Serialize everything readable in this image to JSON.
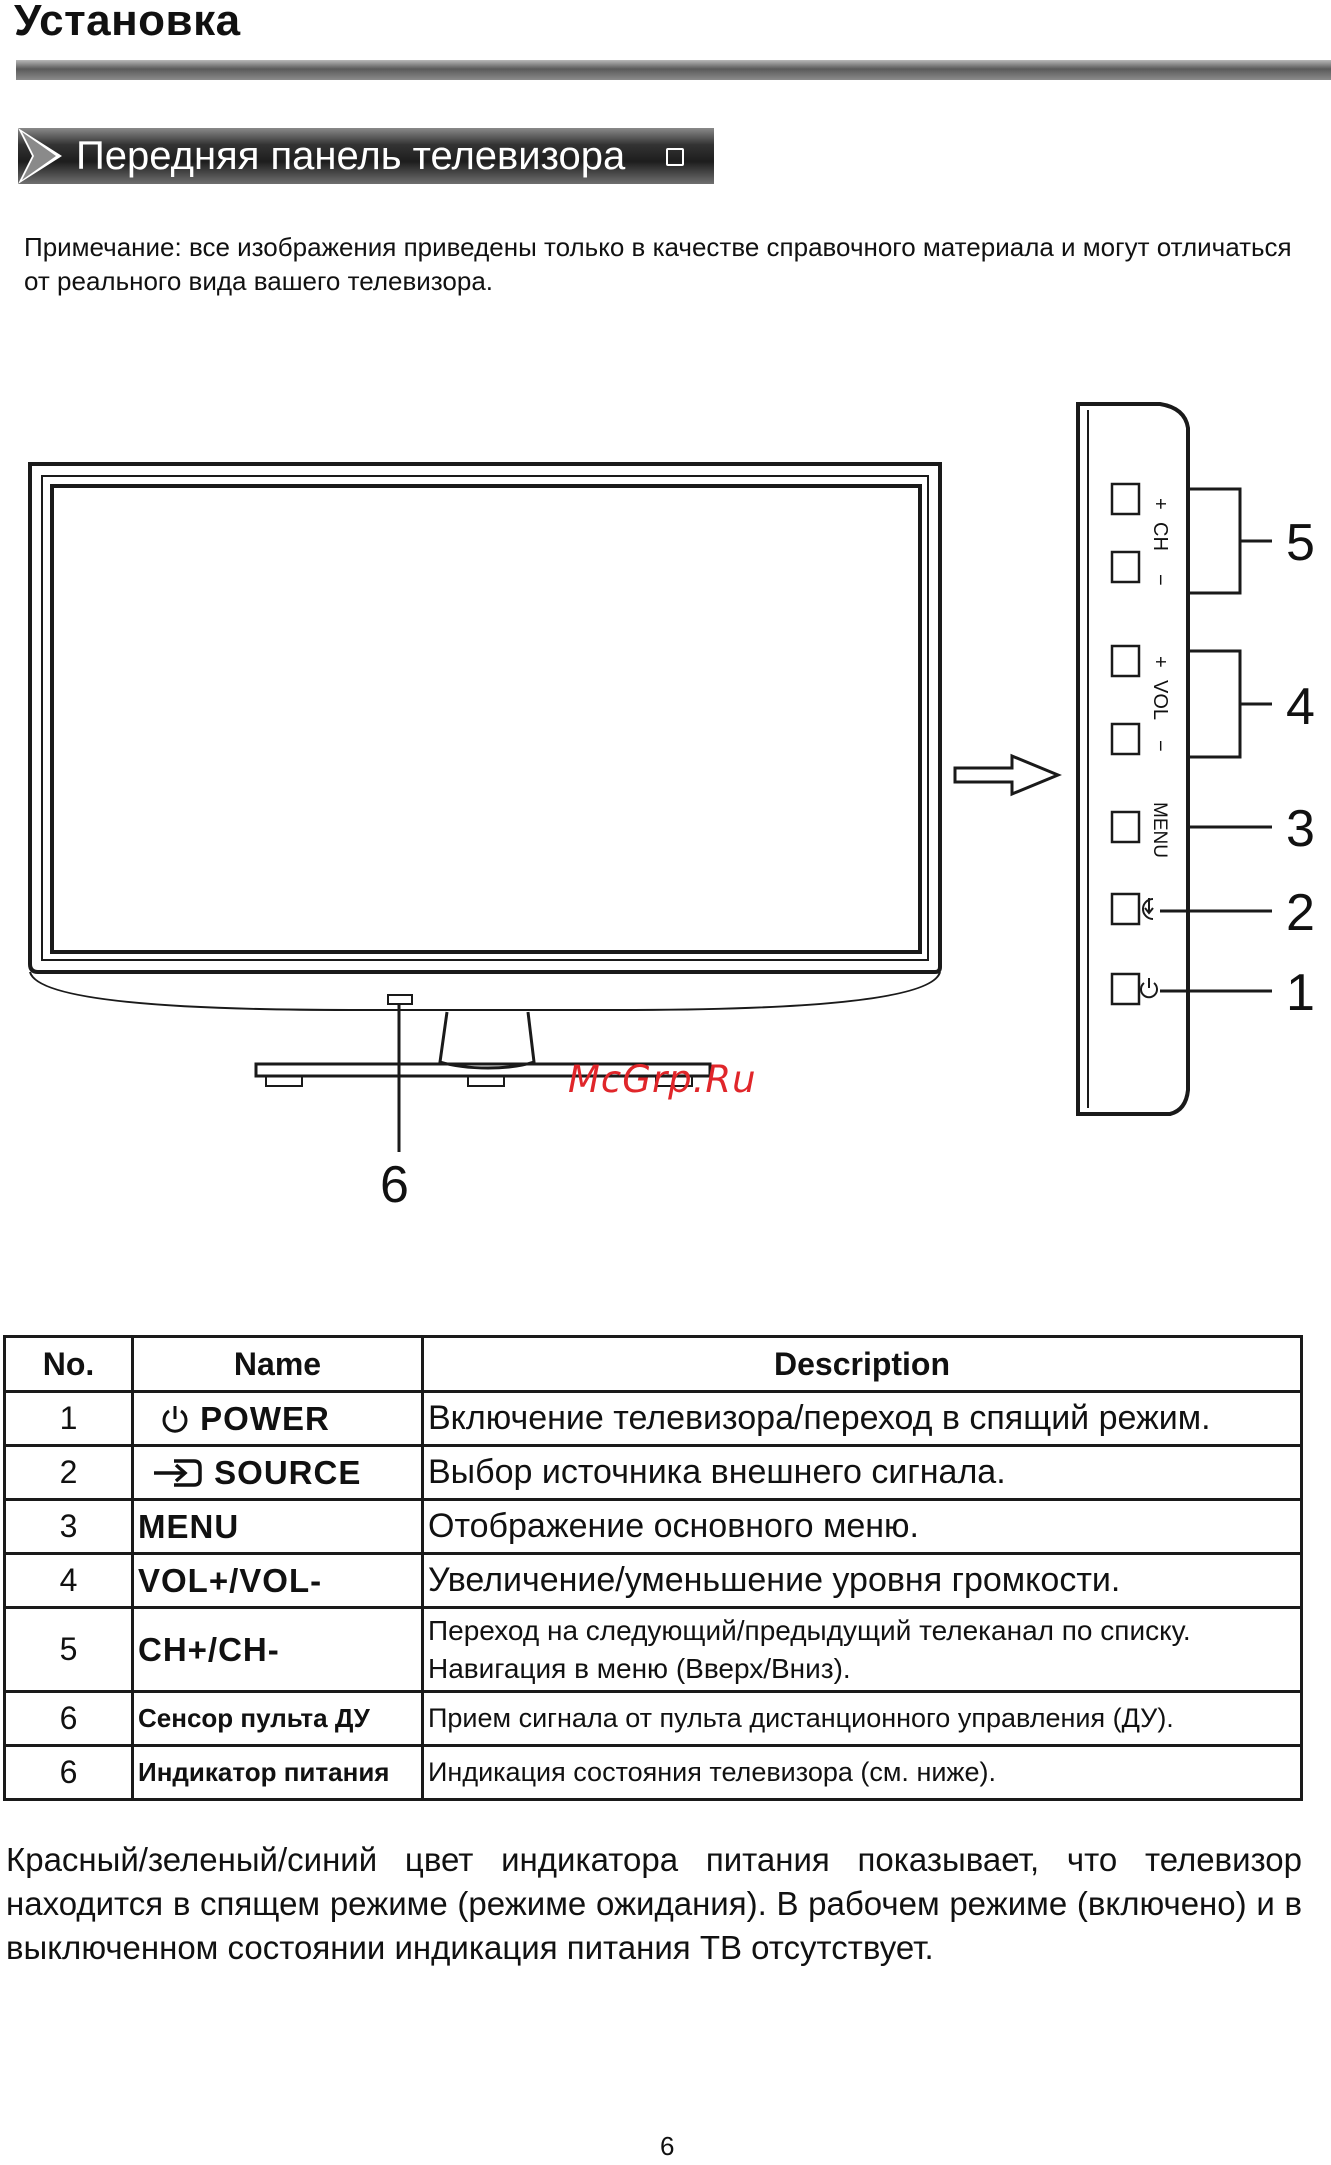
{
  "header": {
    "title": "Установка"
  },
  "section": {
    "title": "Передняя панель телевизора"
  },
  "note": "Примечание: все изображения приведены только в качестве справочного материала и могут отличаться от реального вида вашего телевизора.",
  "diagram": {
    "side_panel_labels": {
      "ch": "CH",
      "vol": "VOL",
      "menu": "MENU",
      "plus": "+",
      "minus": "−"
    },
    "callouts": {
      "c5": "5",
      "c4": "4",
      "c3": "3",
      "c2": "2",
      "c1": "1",
      "c6": "6"
    },
    "icons": [
      "power-icon",
      "source-icon"
    ]
  },
  "watermark": "McGrp.Ru",
  "table": {
    "headers": {
      "no": "No.",
      "name": "Name",
      "description": "Description"
    },
    "rows": [
      {
        "no": "1",
        "name": "POWER",
        "icon": "power-icon",
        "description": "Включение телевизора/переход в спящий режим."
      },
      {
        "no": "2",
        "name": "SOURCE",
        "icon": "source-icon",
        "description": "Выбор источника внешнего сигнала."
      },
      {
        "no": "3",
        "name": "MENU",
        "description": "Отображение основного меню."
      },
      {
        "no": "4",
        "name": "VOL+/VOL-",
        "description": "Увеличение/уменьшение уровня громкости."
      },
      {
        "no": "5",
        "name": "CH+/CH-",
        "description": "Переход на следующий/предыдущий телеканал по списку. Навигация в меню (Вверх/Вниз)."
      },
      {
        "no": "6",
        "name": "Сенсор пульта ДУ",
        "description": "Прием сигнала от пульта дистанционного управления (ДУ)."
      },
      {
        "no": "6",
        "name": "Индикатор питания",
        "description": "Индикация состояния телевизора (см. ниже)."
      }
    ]
  },
  "footer_paragraph": "Красный/зеленый/синий цвет индикатора питания показывает, что телевизор находится в спящем режиме (режиме ожидания). В рабочем режиме (включено) и в выключенном состоянии индикация питания ТВ отсутствует.",
  "page_number": "6",
  "colors": {
    "watermark": "#e0262a",
    "banner_bg": "#2a2a2a",
    "banner_text": "#ffffff"
  }
}
